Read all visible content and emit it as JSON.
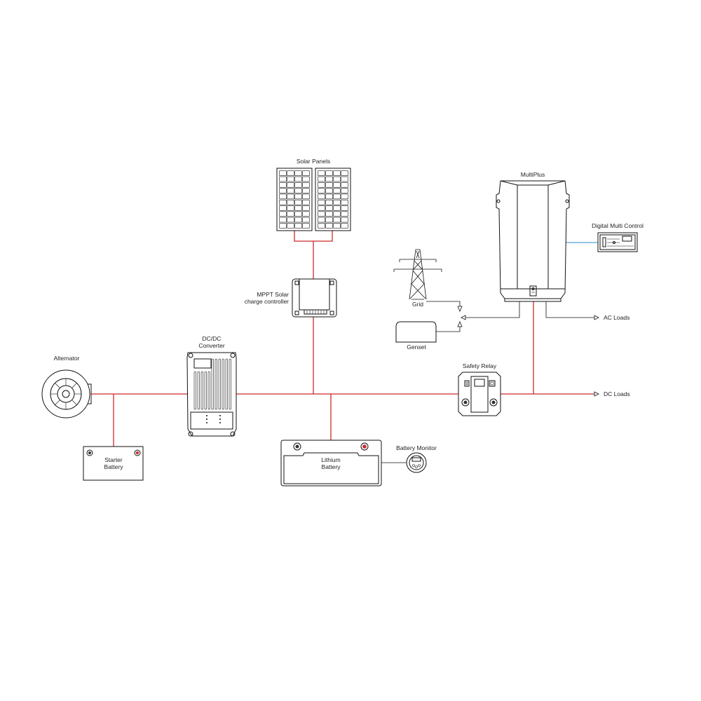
{
  "colors": {
    "dc_wire": "#cc2b2b",
    "ve_bus": "#2b8cc4",
    "ac_wire": "#111111",
    "outline": "#111111"
  },
  "labels": {
    "solar_panels": "Solar Panels",
    "multiplus": "MultiPlus",
    "digital_multi_control": "Digital Multi Control",
    "mppt_line1": "MPPT Solar",
    "mppt_line2": "charge controller",
    "grid": "Grid",
    "genset": "Genset",
    "ac_loads": "AC Loads",
    "dcdc_line1": "DC/DC",
    "dcdc_line2": "Converter",
    "alternator": "Alternator",
    "safety_relay": "Safety Relay",
    "dc_loads": "DC Loads",
    "starter_line1": "Starter",
    "starter_line2": "Battery",
    "lithium_line1": "Lithium",
    "lithium_line2": "Battery",
    "battery_monitor": "Battery Monitor"
  },
  "icons": [
    "solar-panel-icon",
    "inverter-charger-icon",
    "control-panel-icon",
    "charge-controller-icon",
    "pylon-icon",
    "generator-icon",
    "dc-converter-icon",
    "alternator-icon",
    "relay-icon",
    "battery-icon",
    "battery-monitor-icon"
  ]
}
